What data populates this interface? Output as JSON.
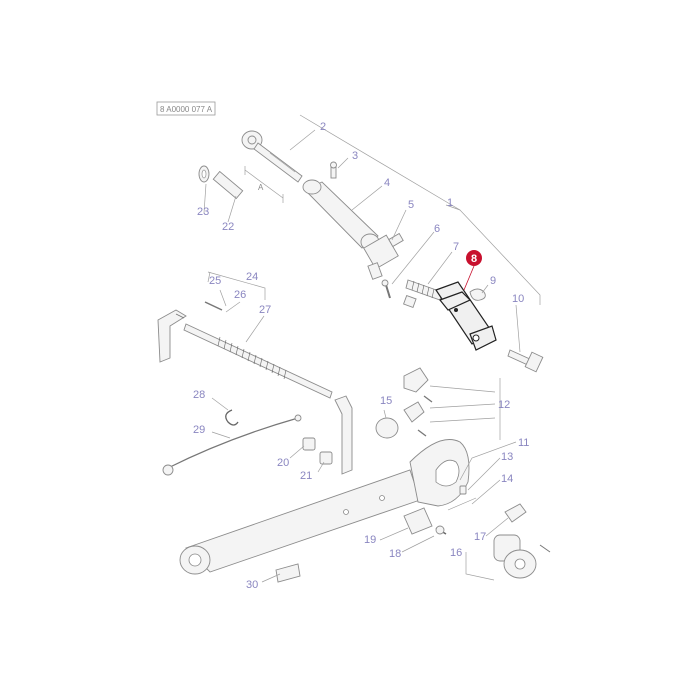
{
  "reference_code": "8 A0000 077 A",
  "dimension_label": "A",
  "highlight": {
    "number": "8",
    "color": "#c8102e"
  },
  "callouts": [
    {
      "id": "1",
      "text": "1"
    },
    {
      "id": "2",
      "text": "2"
    },
    {
      "id": "3",
      "text": "3"
    },
    {
      "id": "4",
      "text": "4"
    },
    {
      "id": "5",
      "text": "5"
    },
    {
      "id": "6",
      "text": "6"
    },
    {
      "id": "7",
      "text": "7"
    },
    {
      "id": "9",
      "text": "9"
    },
    {
      "id": "10",
      "text": "10"
    },
    {
      "id": "11",
      "text": "11"
    },
    {
      "id": "12",
      "text": "12"
    },
    {
      "id": "13",
      "text": "13"
    },
    {
      "id": "14",
      "text": "14"
    },
    {
      "id": "15",
      "text": "15"
    },
    {
      "id": "16",
      "text": "16"
    },
    {
      "id": "17",
      "text": "17"
    },
    {
      "id": "18",
      "text": "18"
    },
    {
      "id": "19",
      "text": "19"
    },
    {
      "id": "20",
      "text": "20"
    },
    {
      "id": "21",
      "text": "21"
    },
    {
      "id": "22",
      "text": "22"
    },
    {
      "id": "23",
      "text": "23"
    },
    {
      "id": "24",
      "text": "24"
    },
    {
      "id": "25",
      "text": "25"
    },
    {
      "id": "26",
      "text": "26"
    },
    {
      "id": "27",
      "text": "27"
    },
    {
      "id": "28",
      "text": "28"
    },
    {
      "id": "29",
      "text": "29"
    },
    {
      "id": "30",
      "text": "30"
    }
  ]
}
